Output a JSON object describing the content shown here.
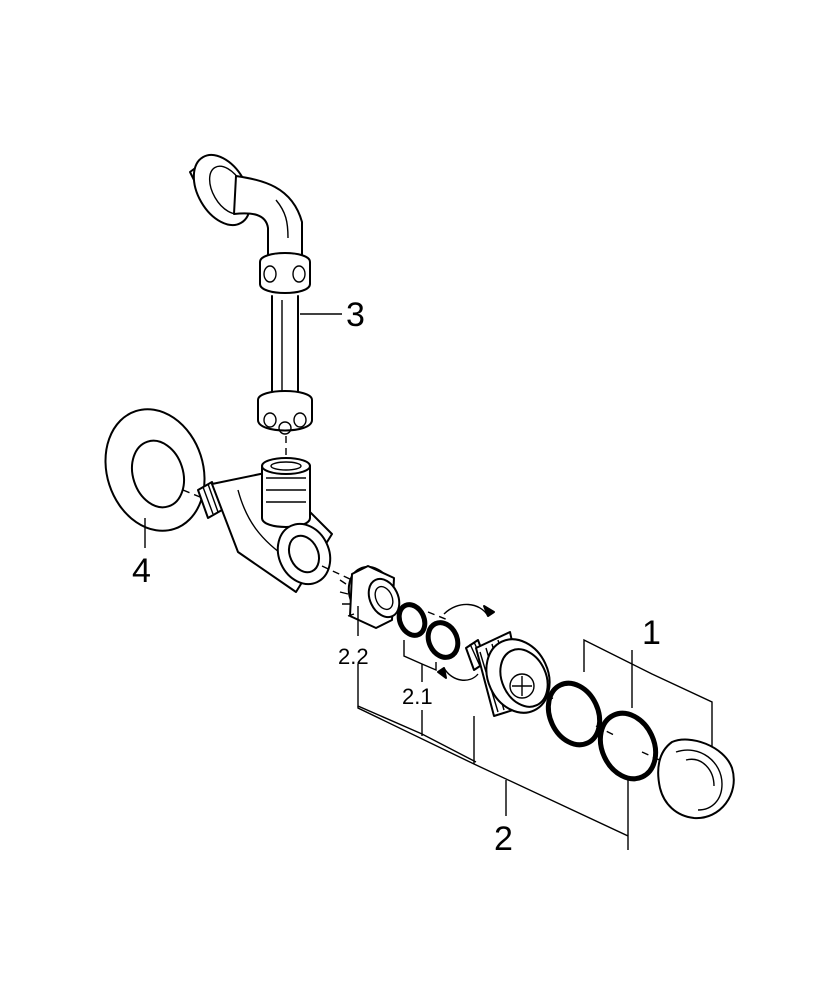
{
  "callouts": {
    "c1": "1",
    "c2": "2",
    "c2_1": "2.1",
    "c2_2": "2.2",
    "c3": "3",
    "c4": "4"
  },
  "colors": {
    "line": "#000000",
    "background": "#ffffff"
  }
}
